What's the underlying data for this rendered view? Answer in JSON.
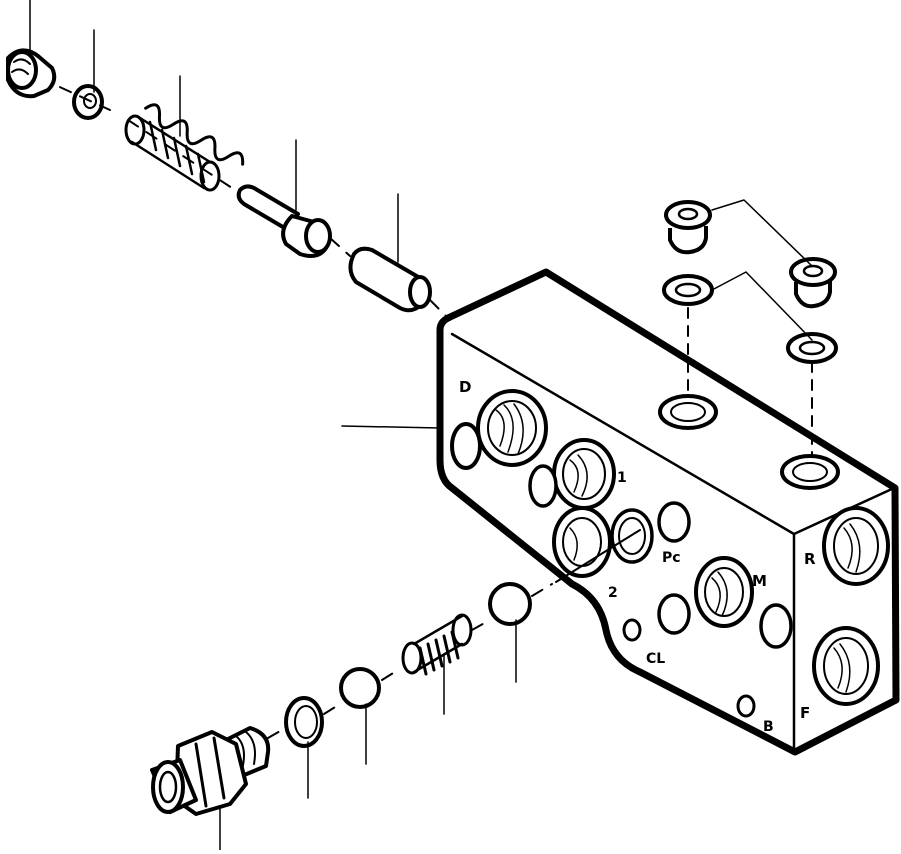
{
  "diagram": {
    "port_labels": {
      "D": "D",
      "one": "1",
      "two": "2",
      "Pc": "Pc",
      "M": "M",
      "CL": "CL",
      "B": "B",
      "R": "R",
      "F": "F"
    }
  }
}
